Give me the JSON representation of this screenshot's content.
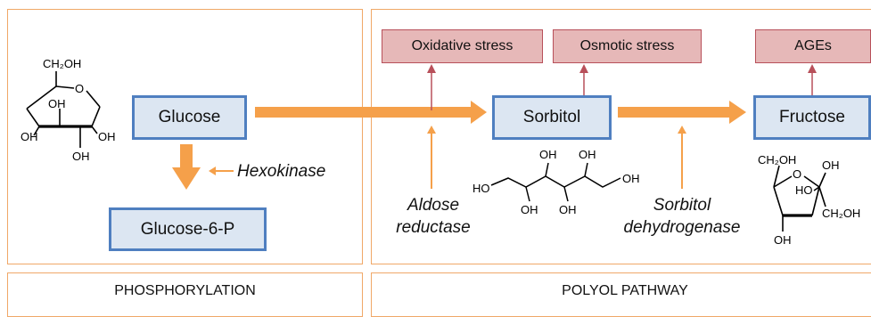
{
  "panels": {
    "phosphorylation": "PHOSPHORYLATION",
    "polyol": "POLYOL PATHWAY"
  },
  "nodes": {
    "glucose": "Glucose",
    "glucose6p": "Glucose-6-P",
    "sorbitol": "Sorbitol",
    "fructose": "Fructose"
  },
  "effects": {
    "oxidative": "Oxidative stress",
    "osmotic": "Osmotic stress",
    "ages": "AGEs"
  },
  "enzymes": {
    "hexokinase": "Hexokinase",
    "aldose_line1": "Aldose",
    "aldose_line2": "reductase",
    "sdh_line1": "Sorbitol",
    "sdh_line2": "dehydrogenase"
  },
  "molecules": {
    "glucose": {
      "ch2oh": "CH₂OH",
      "o": "O",
      "oh": "OH"
    },
    "sorbitol": {
      "ho": "HO",
      "oh": "OH"
    },
    "fructose": {
      "ch2oh": "CH₂OH",
      "o": "O",
      "oh": "OH",
      "ho": "HO"
    }
  },
  "colors": {
    "panel_border": "#f0a868",
    "arrow_orange": "#f5a04a",
    "node_border": "#4f7fc0",
    "node_fill": "#dce6f2",
    "effect_fill": "#e6b8b8",
    "effect_border": "#b8505a",
    "arrow_red": "#b8505a"
  }
}
